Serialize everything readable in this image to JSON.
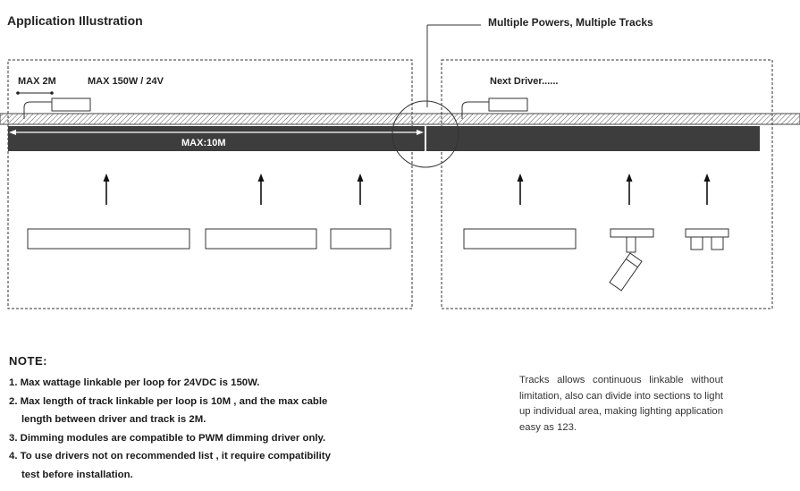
{
  "header": {
    "title": "Application Illustration",
    "callout": "Multiple Powers, Multiple Tracks"
  },
  "left_panel": {
    "cable_label": "MAX 2M",
    "power_label": "MAX 150W / 24V",
    "track_length_label": "MAX:10M"
  },
  "right_panel": {
    "driver_label": "Next Driver......"
  },
  "notes": {
    "heading": "NOTE:",
    "items": [
      "1. Max wattage linkable per loop for 24VDC is 150W.",
      "2. Max length of track linkable per loop is 10M , and the max cable",
      "length between driver and track is 2M.",
      "3. Dimming modules are compatible to PWM dimming driver only.",
      "4. To use drivers not on recommended list , it require compatibility",
      "test before installation."
    ]
  },
  "description": "Tracks allows continuous linkable without limitation, also can divide into sections to light up individual area, making lighting application easy as 123."
}
